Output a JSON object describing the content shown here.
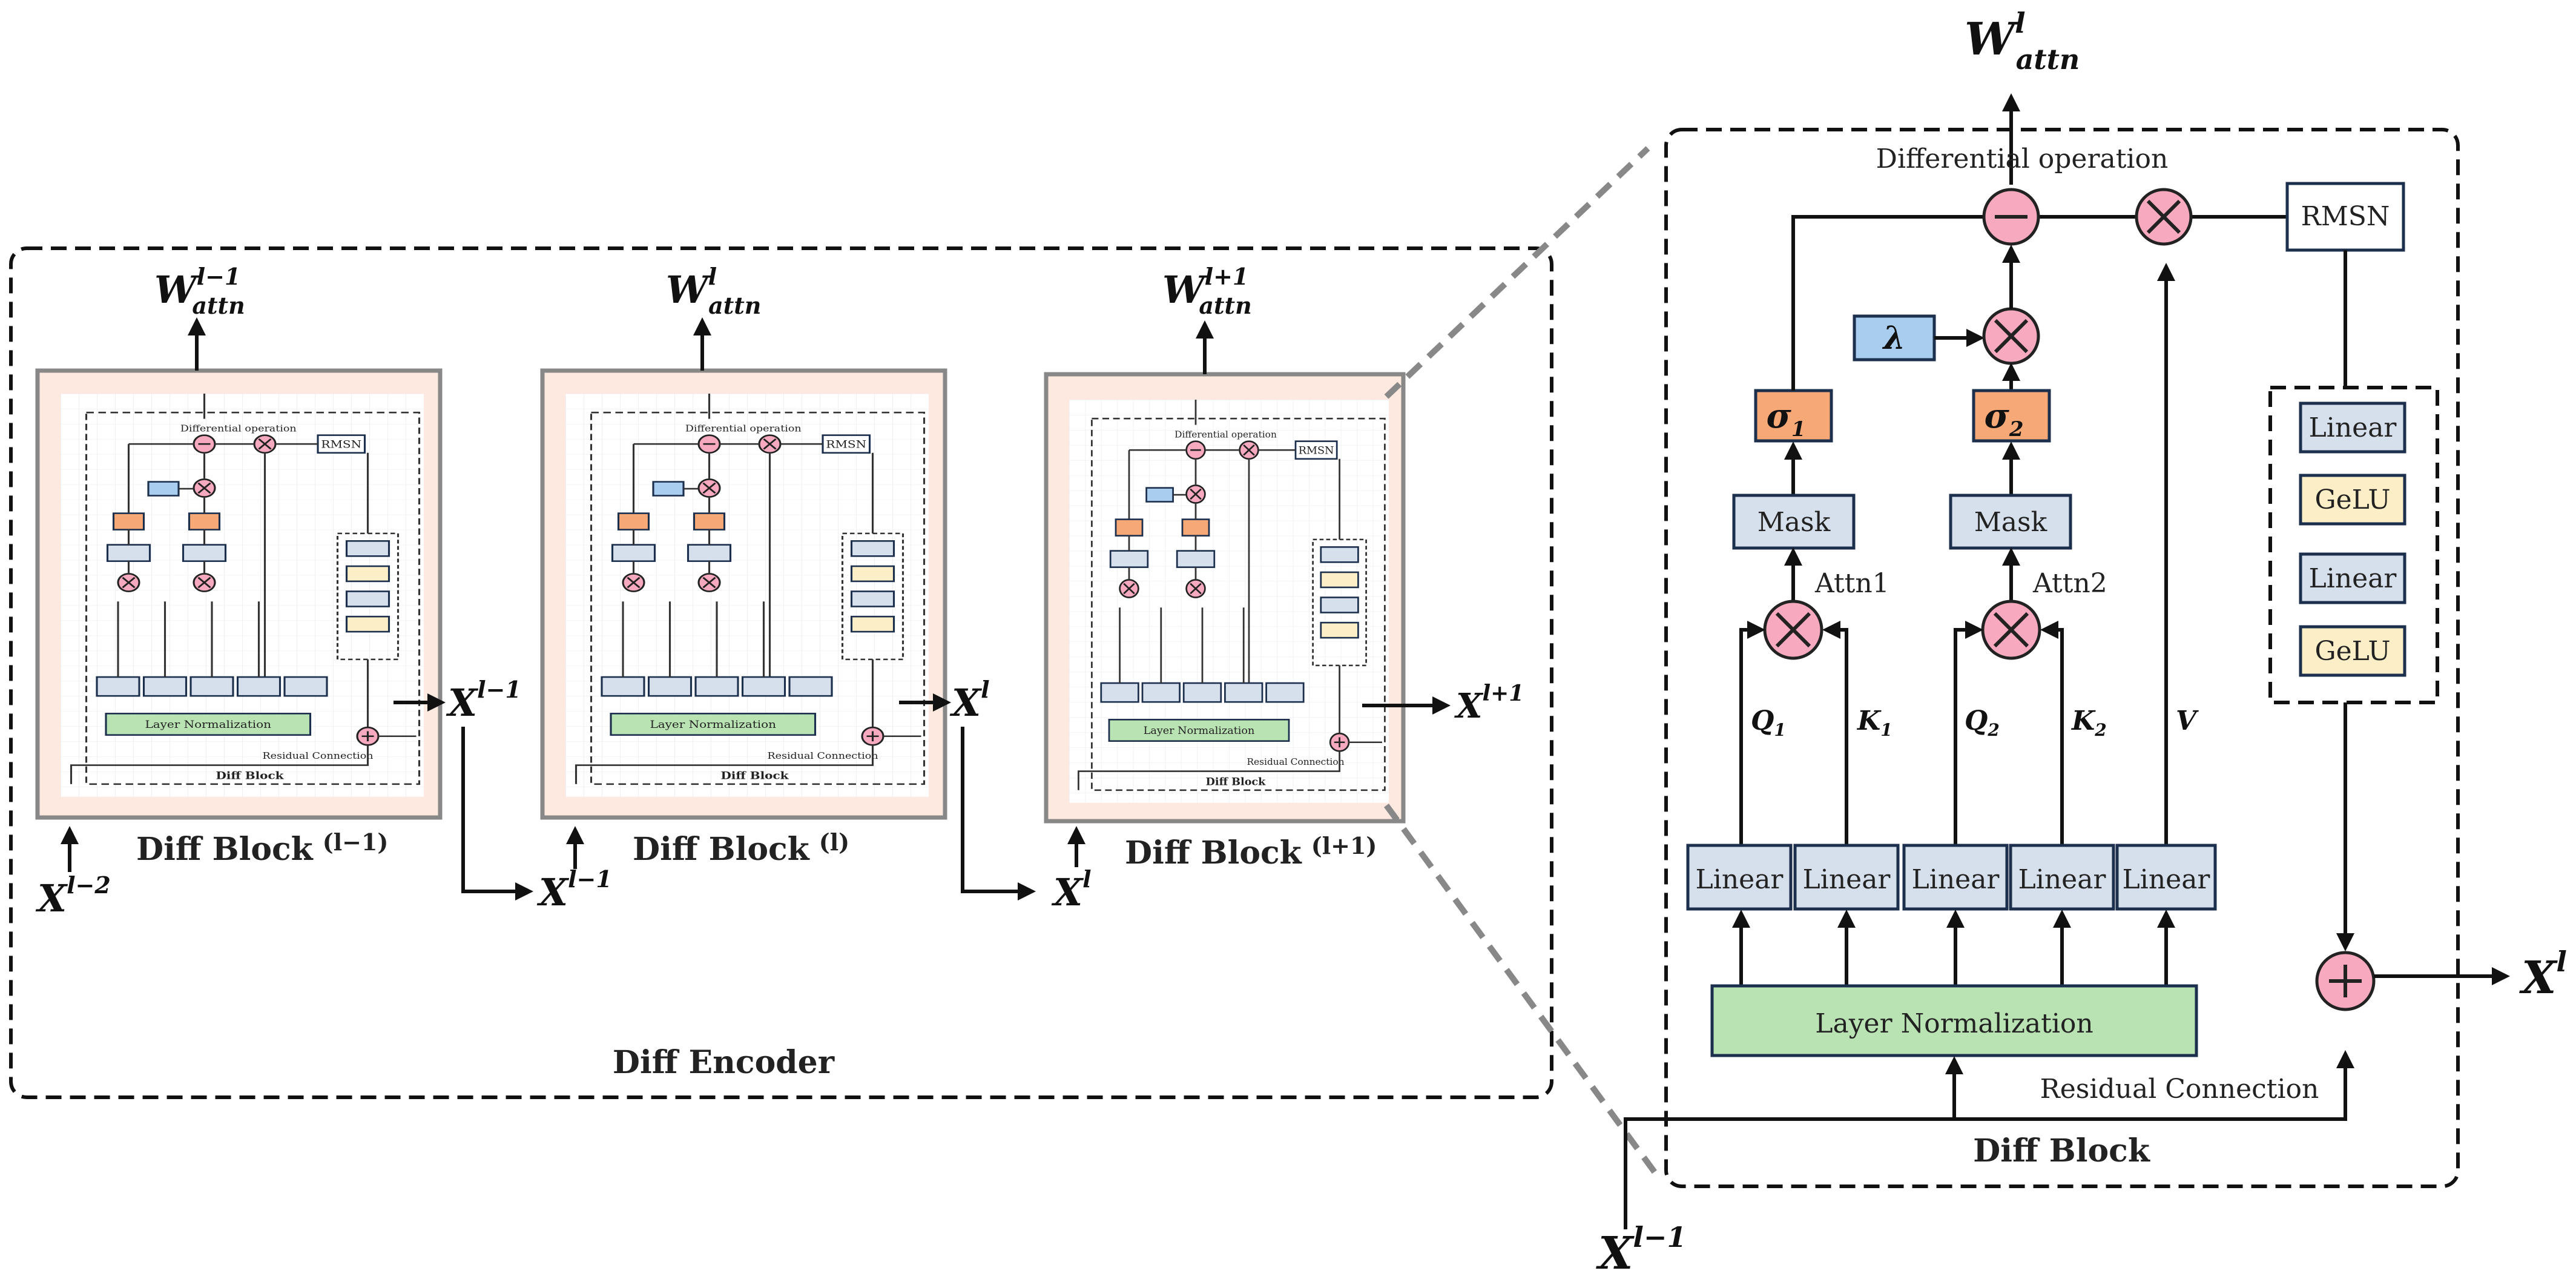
{
  "outputs": {
    "w_attn_prev": {
      "base": "W",
      "sub": "attn",
      "sup": "l−1"
    },
    "w_attn_cur": {
      "base": "W",
      "sub": "attn",
      "sup": "l"
    },
    "w_attn_next": {
      "base": "W",
      "sub": "attn",
      "sup": "l+1"
    },
    "w_attn_detail": {
      "base": "W",
      "sub": "attn",
      "sup": "l"
    }
  },
  "encoder": {
    "label": "Diff Encoder",
    "blocks": [
      {
        "caption": "Diff Block",
        "sup": "(l−1)"
      },
      {
        "caption": "Diff Block",
        "sup": "(l)"
      },
      {
        "caption": "Diff Block",
        "sup": "(l+1)"
      }
    ],
    "inputs": {
      "x_lm2": {
        "base": "X",
        "sup": "l−2"
      },
      "x_lm1_out": {
        "base": "X",
        "sup": "l−1"
      },
      "x_lm1_skip": {
        "base": "X",
        "sup": "l−1"
      },
      "x_l_out": {
        "base": "X",
        "sup": "l"
      },
      "x_l_skip": {
        "base": "X",
        "sup": "l"
      },
      "x_lp1_out": {
        "base": "X",
        "sup": "l+1"
      }
    }
  },
  "detail": {
    "title": "Diff Block",
    "differential_label": "Differential operation",
    "rmsn": "RMSN",
    "lambda": "λ",
    "sigma1": {
      "base": "σ",
      "sub": "1"
    },
    "sigma2": {
      "base": "σ",
      "sub": "2"
    },
    "mask1": "Mask",
    "mask2": "Mask",
    "attn1": "Attn1",
    "attn2": "Attn2",
    "q1": {
      "base": "Q",
      "sub": "1"
    },
    "k1": {
      "base": "K",
      "sub": "1"
    },
    "q2": {
      "base": "Q",
      "sub": "2"
    },
    "k2": {
      "base": "K",
      "sub": "2"
    },
    "v": "V",
    "linears": [
      "Linear",
      "Linear",
      "Linear",
      "Linear",
      "Linear"
    ],
    "ffn": [
      "Linear",
      "GeLU",
      "Linear",
      "GeLU"
    ],
    "layer_norm": "Layer Normalization",
    "residual": "Residual Connection",
    "input": {
      "base": "X",
      "sup": "l−1"
    },
    "output": {
      "base": "X",
      "sup": "l"
    }
  },
  "colors": {
    "linear": "#d6e0ec",
    "gelu": "#fcefc7",
    "layer_norm": "#b9e3b3",
    "sigma": "#f6a877",
    "lambda": "#a9cdee",
    "operator": "#f6a9bf",
    "block_frame": "#fde9df"
  }
}
